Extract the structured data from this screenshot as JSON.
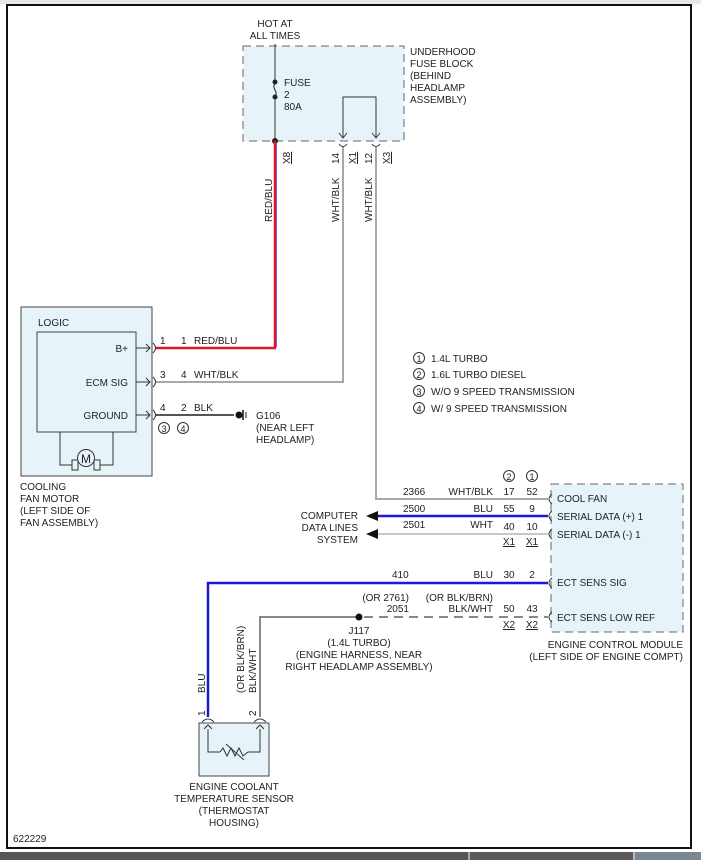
{
  "diagram_id": "622229",
  "power_source": {
    "line1": "HOT AT",
    "line2": "ALL TIMES"
  },
  "fuse_block": {
    "name_lines": [
      "UNDERHOOD",
      "FUSE BLOCK",
      "(BEHIND",
      "HEADLAMP",
      "ASSEMBLY)"
    ],
    "fuse_label": "FUSE",
    "fuse_number": "2",
    "fuse_rating": "80A",
    "pins": [
      {
        "pin": "",
        "connector": "X8"
      },
      {
        "pin": "14",
        "connector": "X1"
      },
      {
        "pin": "12",
        "connector": "X3"
      }
    ]
  },
  "wires_vertical": {
    "red_blu": "RED/BLU",
    "wht_blk_1": "WHT/BLK",
    "wht_blk_2": "WHT/BLK"
  },
  "fan_motor": {
    "logic_label": "LOGIC",
    "pins": [
      {
        "label": "B+",
        "pin_a": "1",
        "pin_b": "1",
        "color": "RED/BLU"
      },
      {
        "label": "ECM SIG",
        "pin_a": "3",
        "pin_b": "4",
        "color": "WHT/BLK"
      },
      {
        "label": "GROUND",
        "pin_a": "4",
        "pin_b": "2",
        "color": "BLK"
      }
    ],
    "ground_notes": [
      "3",
      "4"
    ],
    "motor_symbol": "M",
    "name_lines": [
      "COOLING",
      "FAN MOTOR",
      "(LEFT SIDE OF",
      "FAN ASSEMBLY)"
    ]
  },
  "ground": {
    "name": "G106",
    "loc_line1": "(NEAR LEFT",
    "loc_line2": "HEADLAMP)"
  },
  "legend": [
    {
      "num": "1",
      "text": "1.4L TURBO"
    },
    {
      "num": "2",
      "text": "1.6L TURBO DIESEL"
    },
    {
      "num": "3",
      "text": "W/O 9 SPEED TRANSMISSION"
    },
    {
      "num": "4",
      "text": "W/ 9 SPEED TRANSMISSION"
    }
  ],
  "ecm": {
    "col_headers": [
      "2",
      "1"
    ],
    "rows": [
      {
        "circuit": "2366",
        "color": "WHT/BLK",
        "pin2": "17",
        "pin1": "52",
        "label": "COOL FAN"
      },
      {
        "circuit": "2500",
        "color": "BLU",
        "pin2": "55",
        "pin1": "9",
        "label": "SERIAL DATA (+) 1"
      },
      {
        "circuit": "2501",
        "color": "WHT",
        "pin2": "40",
        "pin1": "10",
        "label": "SERIAL DATA (-) 1"
      },
      {
        "circuit": "410",
        "color": "BLU",
        "pin2": "30",
        "pin1": "2",
        "label": "ECT SENS SIG"
      },
      {
        "circuit": "2051",
        "circuit_alt": "(OR 2761)",
        "color": "BLK/WHT",
        "color_alt": "(OR BLK/BRN)",
        "pin2": "50",
        "pin1": "43",
        "label": "ECT SENS LOW REF"
      }
    ],
    "connector_x1": "X1",
    "connector_x2": "X2",
    "name_line1": "ENGINE CONTROL MODULE",
    "name_line2": "(LEFT SIDE OF ENGINE COMPT)"
  },
  "data_lines": {
    "line1": "COMPUTER",
    "line2": "DATA LINES",
    "line3": "SYSTEM"
  },
  "splice": {
    "name": "J117",
    "note": "(1.4L TURBO)",
    "loc_line1": "(ENGINE HARNESS, NEAR",
    "loc_line2": "RIGHT HEADLAMP ASSEMBLY)"
  },
  "sensor": {
    "pin1": "1",
    "pin2": "2",
    "wire1": "BLU",
    "wire2": "BLK/WHT",
    "wire2_alt": "(OR BLK/BRN)",
    "name_lines": [
      "ENGINE COOLANT",
      "TEMPERATURE SENSOR",
      "(THERMOSTAT",
      "HOUSING)"
    ]
  },
  "colors": {
    "red": "#e0142a",
    "blue": "#1a1ad6",
    "gray_wire": "#a8a8a8",
    "dark_wire": "#555555",
    "component_fill": "#e6f4fa"
  }
}
